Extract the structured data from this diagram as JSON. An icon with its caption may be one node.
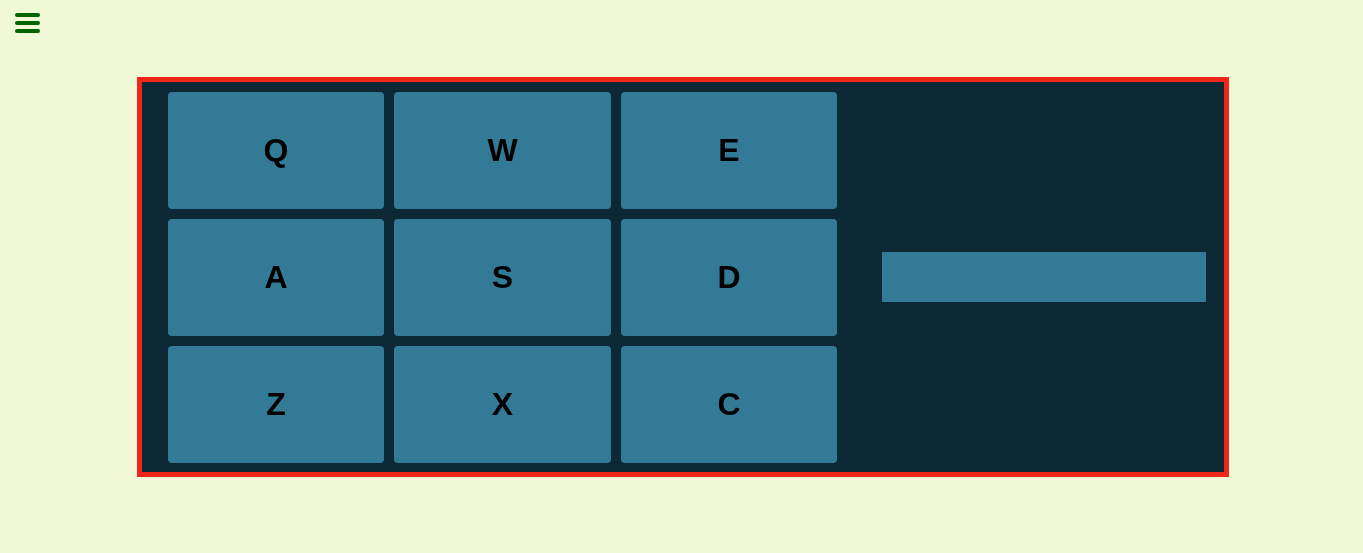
{
  "diagram": {
    "nodes": [
      {
        "text": [],
        "shape": "box"
      },
      {
        "text": [
          "Q"
        ],
        "in": 0
      },
      {
        "text": [
          "W"
        ],
        "in": 0
      },
      {
        "text": [
          "E"
        ],
        "in": 0
      },
      {
        "text": [
          "A"
        ],
        "in": 0
      },
      {
        "text": [
          "S"
        ],
        "in": 0
      },
      {
        "text": [
          "D"
        ],
        "in": 0
      },
      {
        "text": [
          "Z"
        ],
        "in": 0
      },
      {
        "text": [
          "X"
        ],
        "in": 0
      },
      {
        "text": [
          "C"
        ],
        "in": 0
      },
      {
        "text": [],
        "shape": "bar",
        "in": 0
      }
    ]
  }
}
